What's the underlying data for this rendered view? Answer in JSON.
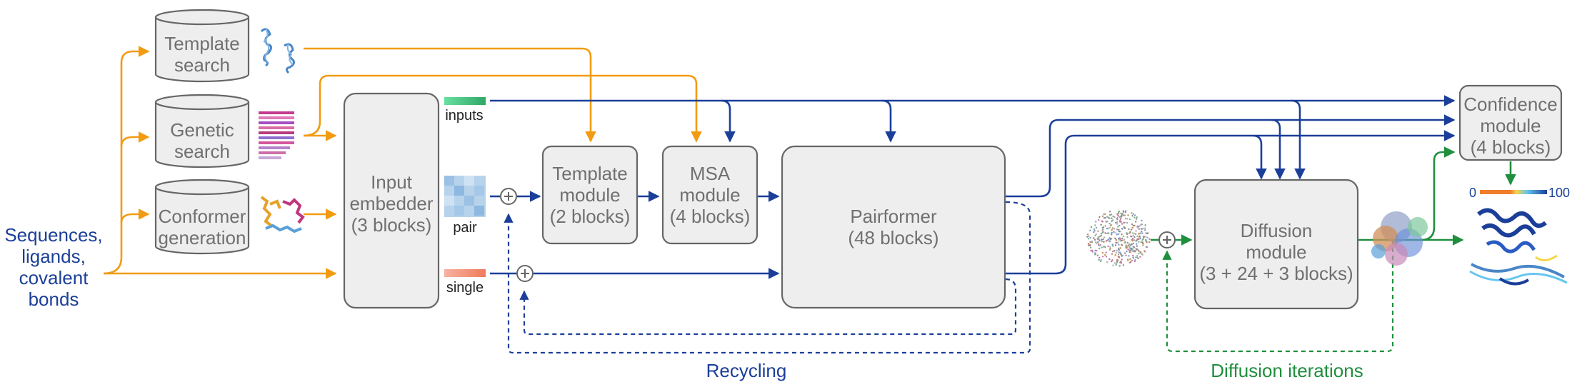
{
  "inputs": {
    "sequence_label": [
      "Sequences,",
      "ligands,",
      "covalent",
      "bonds"
    ]
  },
  "databases": {
    "template_search": [
      "Template",
      "search"
    ],
    "genetic_search": [
      "Genetic",
      "search"
    ],
    "conformer_generation": [
      "Conformer",
      "generation"
    ]
  },
  "modules": {
    "input_embedder": [
      "Input",
      "embedder",
      "(3 blocks)"
    ],
    "template_module": [
      "Template",
      "module",
      "(2 blocks)"
    ],
    "msa_module": [
      "MSA",
      "module",
      "(4 blocks)"
    ],
    "pairformer": [
      "Pairformer",
      "(48 blocks)"
    ],
    "diffusion_module": [
      "Diffusion",
      "module",
      "(3 + 24 + 3 blocks)"
    ],
    "confidence_module": [
      "Confidence",
      "module",
      "(4 blocks)"
    ]
  },
  "representations": {
    "inputs_label": "inputs",
    "pair_label": "pair",
    "single_label": "single"
  },
  "loops": {
    "recycling_label": "Recycling",
    "diffusion_iterations_label": "Diffusion iterations"
  },
  "confidence_scale": {
    "min_label": "0",
    "max_label": "100"
  },
  "colors": {
    "orange": "#f29b12",
    "blue": "#1b3f99",
    "green": "#1f8f3d",
    "box_fill": "#eeeeee",
    "box_stroke": "#666666"
  }
}
